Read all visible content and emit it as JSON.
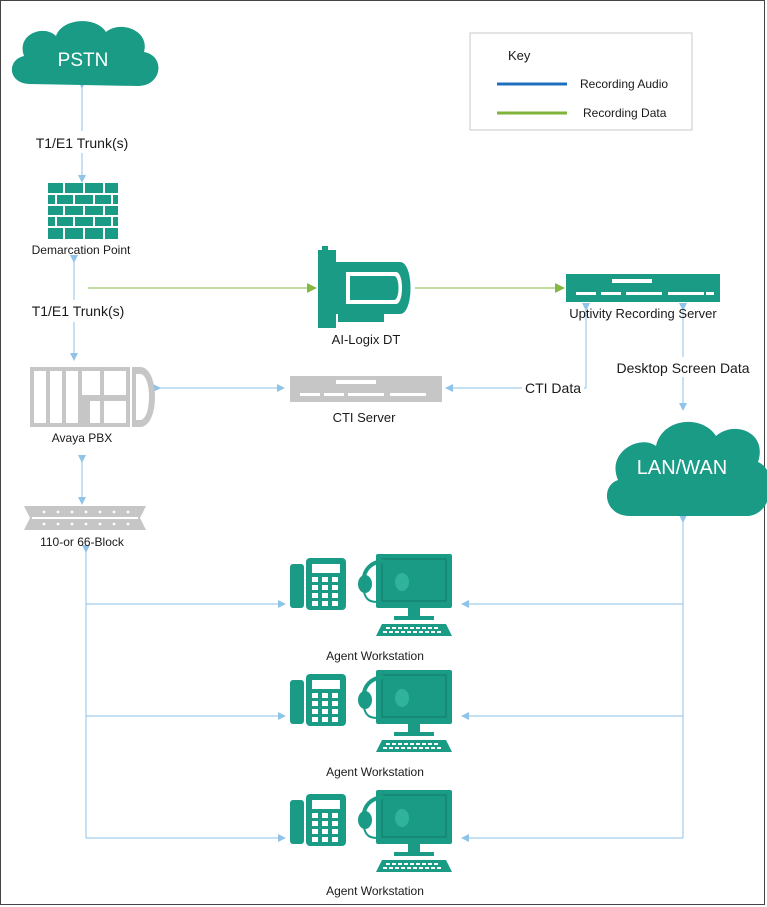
{
  "key": {
    "title": "Key",
    "items": [
      {
        "label": "Recording Audio",
        "color": "#1f6fbf"
      },
      {
        "label": "Recording Data",
        "color": "#7fb33a"
      }
    ]
  },
  "clouds": {
    "pstn": "PSTN",
    "lan_wan": "LAN/WAN"
  },
  "nodes": {
    "demarcation": "Demarcation Point",
    "avaya": "Avaya PBX",
    "block": "110-or 66-Block",
    "ailogix": "AI-Logix DT",
    "recording_server": "Uptivity Recording Server",
    "cti_server": "CTI Server",
    "workstations": [
      "Agent Workstation",
      "Agent Workstation",
      "Agent Workstation"
    ]
  },
  "edges": {
    "trunk_top": "T1/E1 Trunk(s)",
    "trunk_mid": "T1/E1 Trunk(s)",
    "cti_data": "CTI Data",
    "desktop_screen": "Desktop Screen Data"
  },
  "colors": {
    "teal": "#1a9b85",
    "grey": "#bdbdbd",
    "link": "#8fc3e8",
    "green_link": "#86b843"
  }
}
